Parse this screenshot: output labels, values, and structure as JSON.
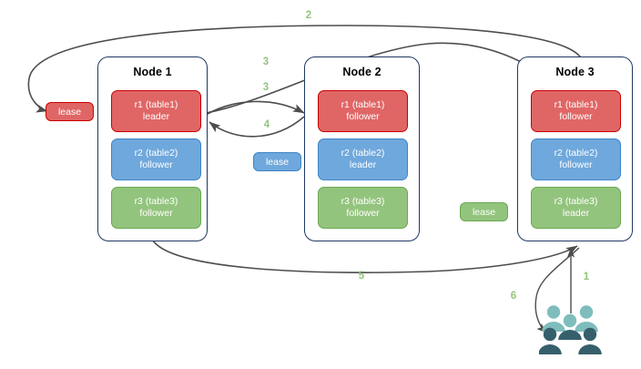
{
  "diagram": {
    "title": "",
    "colors": {
      "replica_red": "#e06666",
      "replica_red_border": "#cc0000",
      "replica_blue": "#6fa8dc",
      "replica_blue_border": "#3d85c6",
      "replica_green": "#93c47d",
      "replica_green_border": "#6aa84f",
      "node_border": "#1f3864",
      "edge": "#4d4d4d",
      "edge_label": "#93c47d",
      "people_back": "#7fbdbd",
      "people_front": "#35606b"
    }
  },
  "nodes": [
    {
      "title": "Node 1",
      "replicas": [
        {
          "name": "r1 (table1)",
          "role": "leader",
          "color": "red"
        },
        {
          "name": "r2 (table2)",
          "role": "follower",
          "color": "blue"
        },
        {
          "name": "r3 (table3)",
          "role": "follower",
          "color": "green"
        }
      ]
    },
    {
      "title": "Node 2",
      "replicas": [
        {
          "name": "r1 (table1)",
          "role": "follower",
          "color": "red"
        },
        {
          "name": "r2 (table2)",
          "role": "leader",
          "color": "blue"
        },
        {
          "name": "r3 (table3)",
          "role": "follower",
          "color": "green"
        }
      ]
    },
    {
      "title": "Node 3",
      "replicas": [
        {
          "name": "r1 (table1)",
          "role": "follower",
          "color": "red"
        },
        {
          "name": "r2 (table2)",
          "role": "follower",
          "color": "blue"
        },
        {
          "name": "r3 (table3)",
          "role": "leader",
          "color": "green"
        }
      ]
    }
  ],
  "leases": [
    {
      "label": "lease",
      "color": "red"
    },
    {
      "label": "lease",
      "color": "blue"
    },
    {
      "label": "lease",
      "color": "green"
    }
  ],
  "edge_labels": [
    {
      "id": "step-1",
      "text": "1"
    },
    {
      "id": "step-2",
      "text": "2"
    },
    {
      "id": "step-3a",
      "text": "3"
    },
    {
      "id": "step-3b",
      "text": "3"
    },
    {
      "id": "step-4",
      "text": "4"
    },
    {
      "id": "step-5",
      "text": "5"
    },
    {
      "id": "step-6",
      "text": "6"
    }
  ],
  "actors": {
    "label": "users-group"
  }
}
